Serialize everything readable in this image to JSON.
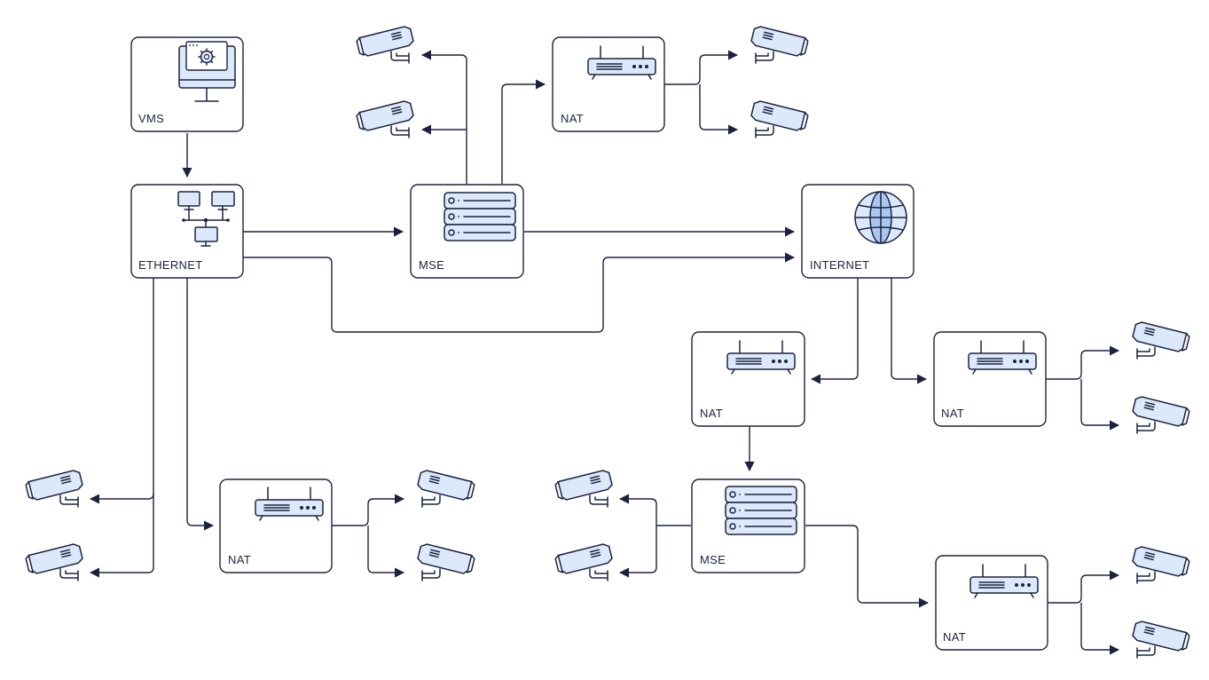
{
  "diagram": {
    "nodes": {
      "vms": {
        "label": "VMS",
        "icon": "monitor-gear-icon"
      },
      "ethernet": {
        "label": "ETHERNET",
        "icon": "network-computers-icon"
      },
      "mse_top": {
        "label": "MSE",
        "icon": "server-rack-icon"
      },
      "nat_top": {
        "label": "NAT",
        "icon": "router-icon"
      },
      "internet": {
        "label": "INTERNET",
        "icon": "globe-icon"
      },
      "nat_mid_left": {
        "label": "NAT",
        "icon": "router-icon"
      },
      "nat_mid_right": {
        "label": "NAT",
        "icon": "router-icon"
      },
      "nat_bottom_left": {
        "label": "NAT",
        "icon": "router-icon"
      },
      "mse_bottom": {
        "label": "MSE",
        "icon": "server-rack-icon"
      },
      "nat_bottom_right": {
        "label": "NAT",
        "icon": "router-icon"
      }
    },
    "camera_icon": "security-camera-icon",
    "colors": {
      "stroke": "#1c2340",
      "fill": "#dbe9fb",
      "background": "#ffffff"
    }
  }
}
